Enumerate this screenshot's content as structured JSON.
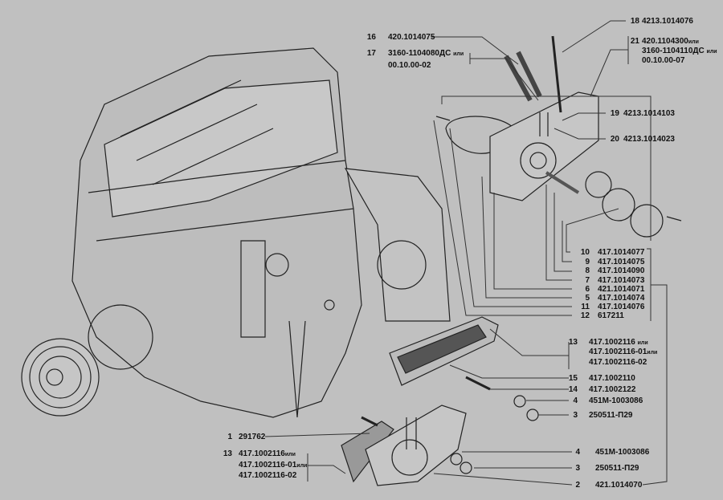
{
  "title_hidden": null,
  "callouts": [
    {
      "num": "16",
      "code": "420.1014075"
    },
    {
      "num": "17",
      "code": "3160-1104080ДС",
      "or1": "или",
      "code2": "00.10.00-02"
    },
    {
      "num": "18",
      "code": "4213.1014076"
    },
    {
      "num": "21",
      "code": "420.1104300",
      "or1": "или",
      "code2": "3160-1104110ДС",
      "or2": "или",
      "code3": "00.10.00-07"
    },
    {
      "num": "19",
      "code": "4213.1014103"
    },
    {
      "num": "20",
      "code": "4213.1014023"
    },
    {
      "num": "10",
      "code": "417.1014077"
    },
    {
      "num": "9",
      "code": "417.1014075"
    },
    {
      "num": "8",
      "code": "417.1014090"
    },
    {
      "num": "7",
      "code": "417.1014073"
    },
    {
      "num": "6",
      "code": "421.1014071"
    },
    {
      "num": "5",
      "code": "417.1014074"
    },
    {
      "num": "11",
      "code": "417.1014076"
    },
    {
      "num": "12",
      "code": "617211"
    },
    {
      "num": "13",
      "code": "417.1002116",
      "or1": "или",
      "code2": "417.1002116-01",
      "or2": "или",
      "code3": "417.1002116-02"
    },
    {
      "num": "15",
      "code": "417.1002110"
    },
    {
      "num": "14",
      "code": "417.1002122"
    },
    {
      "num": "4",
      "code": "451М-1003086"
    },
    {
      "num": "3",
      "code": "250511-П29"
    },
    {
      "num": "1",
      "code": "291762"
    },
    {
      "num": "13",
      "code": "417.1002116",
      "or1": "или",
      "code2": "417.1002116-01",
      "or2": "или",
      "code3": "417.1002116-02"
    },
    {
      "num": "4",
      "code": "451М-1003086"
    },
    {
      "num": "3",
      "code": "250511-П29"
    },
    {
      "num": "2",
      "code": "421.1014070"
    }
  ],
  "colors": {
    "background": "#c0c0c0",
    "ink": "#111111"
  }
}
